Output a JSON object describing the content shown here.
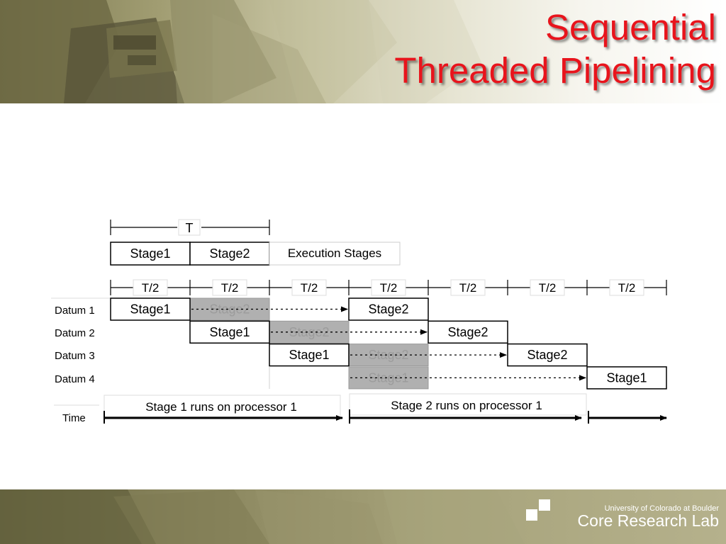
{
  "slide": {
    "title_line1": "Sequential",
    "title_line2": "Threaded Pipelining"
  },
  "footer": {
    "university": "University of Colorado at Boulder",
    "lab": "Core Research Lab"
  },
  "diagram": {
    "period_label": "T",
    "top_stages": [
      "Stage1",
      "Stage2"
    ],
    "execution_stages_label": "Execution Stages",
    "half_period_label": "T/2",
    "data": [
      "Datum 1",
      "Datum 2",
      "Datum 3",
      "Datum 4"
    ],
    "time_label": "Time",
    "processor_stage1": "Stage 1 runs on processor 1",
    "processor_stage2": "Stage 2 runs on processor 1",
    "rows": [
      {
        "active": [
          {
            "slot": 0,
            "label": "Stage1"
          },
          {
            "slot": 3,
            "label": "Stage2"
          }
        ],
        "ghost": [
          {
            "slot": 1,
            "label": "Stage2"
          }
        ]
      },
      {
        "active": [
          {
            "slot": 1,
            "label": "Stage1"
          },
          {
            "slot": 4,
            "label": "Stage2"
          }
        ],
        "ghost": [
          {
            "slot": 2,
            "label": "Stage2"
          }
        ]
      },
      {
        "active": [
          {
            "slot": 2,
            "label": "Stage1"
          },
          {
            "slot": 5,
            "label": "Stage2"
          }
        ],
        "ghost": [
          {
            "slot": 3,
            "label": "Stage2"
          }
        ]
      },
      {
        "active": [
          {
            "slot": 6,
            "label": "Stage1"
          }
        ],
        "ghost": [
          {
            "slot": 3,
            "label": "Stage1"
          }
        ]
      }
    ],
    "colors": {
      "ghost_fill": "#b0b0b0",
      "ghost_text": "#9c9c9c",
      "accent": "#e8141c"
    }
  }
}
